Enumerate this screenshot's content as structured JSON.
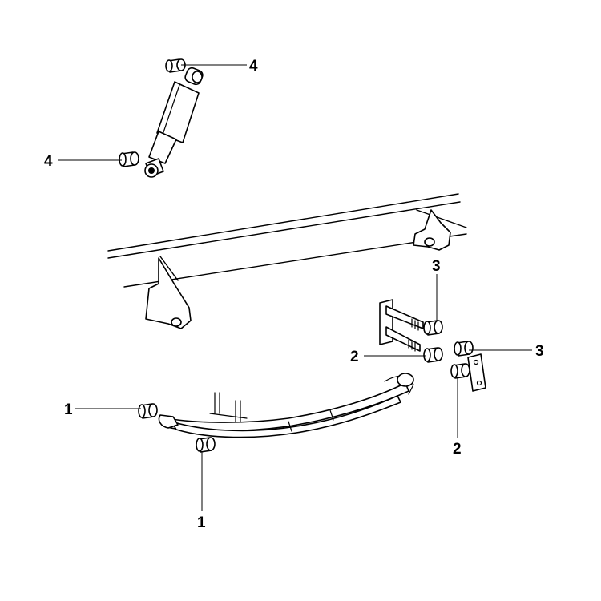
{
  "callouts": {
    "c1a": "1",
    "c1b": "1",
    "c2a": "2",
    "c2b": "2",
    "c3a": "3",
    "c3b": "3",
    "c4a": "4",
    "c4b": "4"
  },
  "colors": {
    "line": "#000000",
    "background": "#ffffff"
  }
}
